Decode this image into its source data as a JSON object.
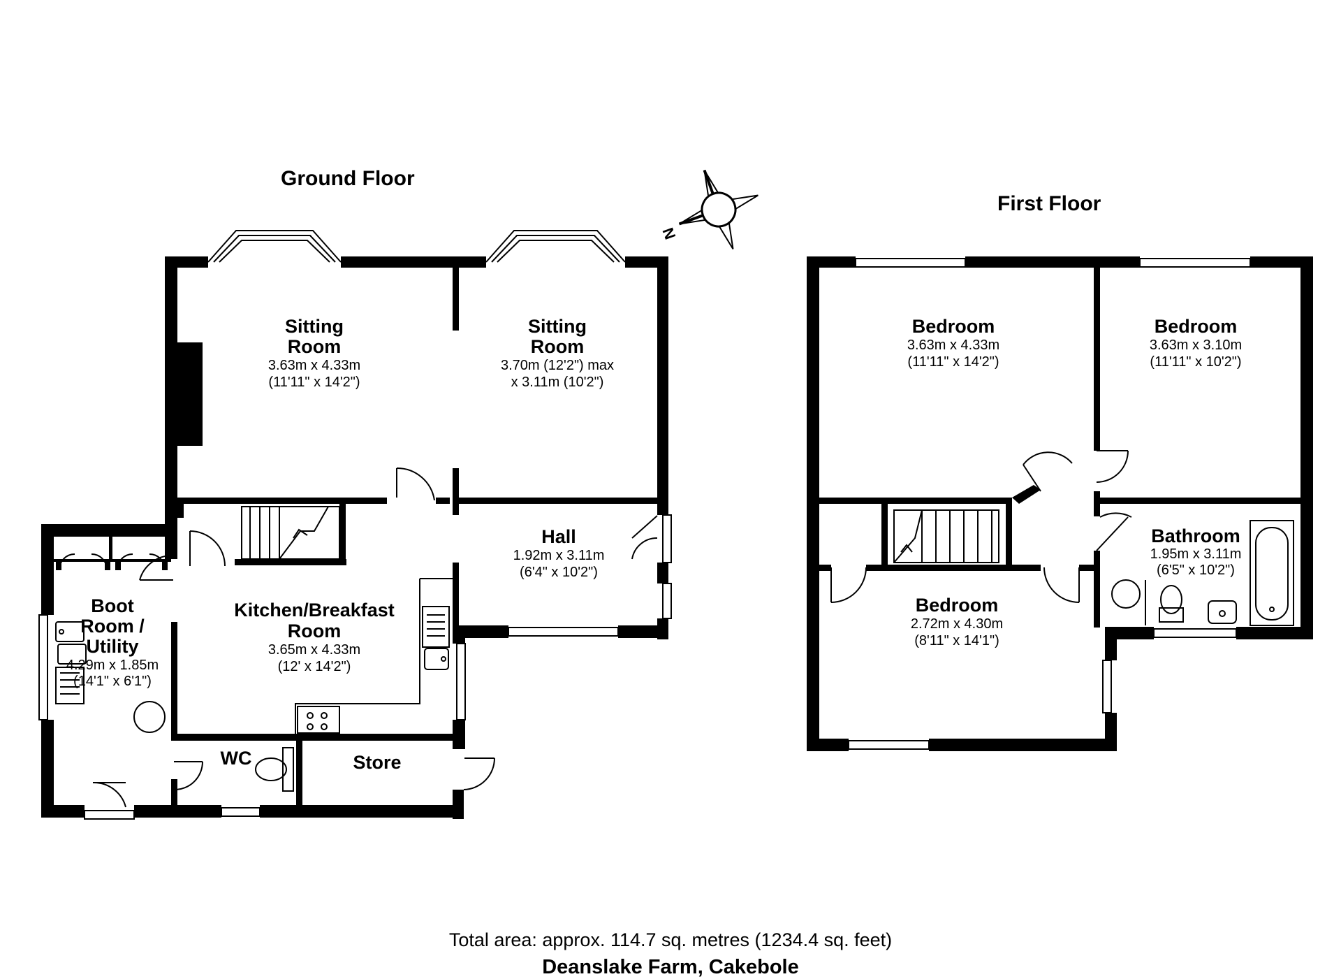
{
  "floors": {
    "ground": {
      "title": "Ground Floor",
      "rooms": {
        "sitting_room_1": {
          "name_1": "Sitting",
          "name_2": "Room",
          "dim_1": "3.63m x 4.33m",
          "dim_2": "(11'11\" x 14'2\")"
        },
        "sitting_room_2": {
          "name_1": "Sitting",
          "name_2": "Room",
          "dim_1": "3.70m (12'2\") max",
          "dim_2": "x 3.11m (10'2\")"
        },
        "hall": {
          "name_1": "Hall",
          "dim_1": "1.92m x 3.11m",
          "dim_2": "(6'4\" x 10'2\")"
        },
        "kitchen": {
          "name_1": "Kitchen/Breakfast",
          "name_2": "Room",
          "dim_1": "3.65m x 4.33m",
          "dim_2": "(12' x 14'2\")"
        },
        "boot_room": {
          "name_1": "Boot",
          "name_2": "Room /",
          "name_3": "Utility",
          "dim_1": "4.29m x 1.85m",
          "dim_2": "(14'1\" x 6'1\")"
        },
        "wc": {
          "name_1": "WC"
        },
        "store": {
          "name_1": "Store"
        }
      }
    },
    "first": {
      "title": "First Floor",
      "rooms": {
        "bedroom_1": {
          "name_1": "Bedroom",
          "dim_1": "3.63m x 4.33m",
          "dim_2": "(11'11\" x 14'2\")"
        },
        "bedroom_2": {
          "name_1": "Bedroom",
          "dim_1": "3.63m x 3.10m",
          "dim_2": "(11'11\" x 10'2\")"
        },
        "bathroom": {
          "name_1": "Bathroom",
          "dim_1": "1.95m x 3.11m",
          "dim_2": "(6'5\" x 10'2\")"
        },
        "bedroom_3": {
          "name_1": "Bedroom",
          "dim_1": "2.72m x 4.30m",
          "dim_2": "(8'11\" x 14'1\")"
        }
      }
    }
  },
  "compass": {
    "label": "N"
  },
  "footer": {
    "total_area": "Total area: approx. 114.7 sq. metres (1234.4 sq. feet)",
    "address": "Deanslake Farm, Cakebole"
  },
  "colors": {
    "wall": "#000000",
    "background": "#ffffff",
    "fixture": "#808080"
  }
}
